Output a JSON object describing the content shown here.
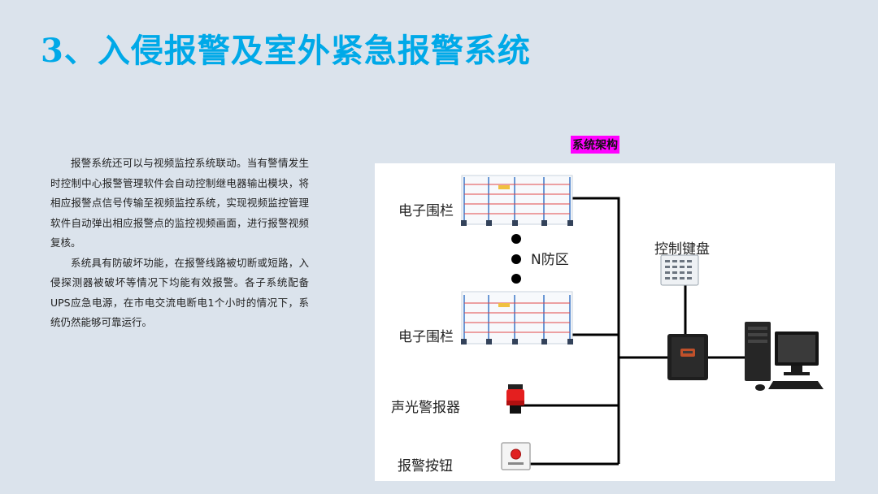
{
  "title": "3、入侵报警及室外紧急报警系统",
  "paragraphs": [
    "报警系统还可以与视频监控系统联动。当有警情发生时控制中心报警管理软件会自动控制继电器输出模块，将相应报警点信号传输至视频监控系统，实现视频监控管理软件自动弹出相应报警点的监控视频画面，进行报警视频复核。",
    "系统具有防破坏功能，在报警线路被切断或短路，入侵探测器被破坏等情况下均能有效报警。各子系统配备UPS应急电源，在市电交流电断电1个小时的情况下，系统仍然能够可靠运行。"
  ],
  "diagram": {
    "tag": "系统架构",
    "fence_top_label": "电子围栏",
    "zone_label": "N防区",
    "fence_bottom_label": "电子围栏",
    "strobe_label": "声光警报器",
    "button_label": "报警按钮",
    "keypad_label": "控制键盘"
  },
  "icons": [
    "fence-icon",
    "strobe-siren-icon",
    "alarm-button-icon",
    "keypad-icon",
    "controller-host-icon",
    "computer-workstation-icon"
  ]
}
